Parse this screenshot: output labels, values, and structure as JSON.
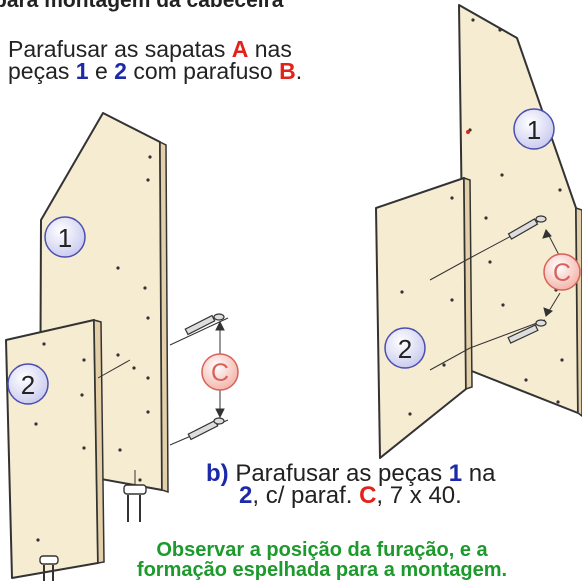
{
  "header": {
    "title": "para montagem da cabeceira"
  },
  "step_a": {
    "line1_prefix": "Parafusar as sapatas ",
    "part_a": "A",
    "line1_suffix": " nas",
    "line2_prefix": "peças ",
    "piece_1": "1",
    "line2_and": " e ",
    "piece_2": "2",
    "line2_with": " com parafuso ",
    "part_b": "B",
    "line2_end": "."
  },
  "step_b": {
    "label": "b)",
    "line1": " Parafusar as peças ",
    "piece_1": "1",
    "line1_end": " na",
    "piece_2": "2",
    "line2_mid": ", c/ paraf. ",
    "part_c": "C",
    "line2_end": ", 7 x 40."
  },
  "note": {
    "line1": "Observar a posição da furação, e a",
    "line2": "formação espelhada para a montagem."
  },
  "labels": {
    "piece_1": "1",
    "piece_2": "2",
    "screw_c": "C"
  },
  "colors": {
    "panel_light": "#f6ecd2",
    "panel_dark": "#e3d0a8",
    "badge_fill": "#dfe0f6",
    "badge_c_fill": "#f8d5cf",
    "accent_blue": "#1c2aa8",
    "accent_red": "#e2231a",
    "note_green": "#1c9a2c"
  }
}
